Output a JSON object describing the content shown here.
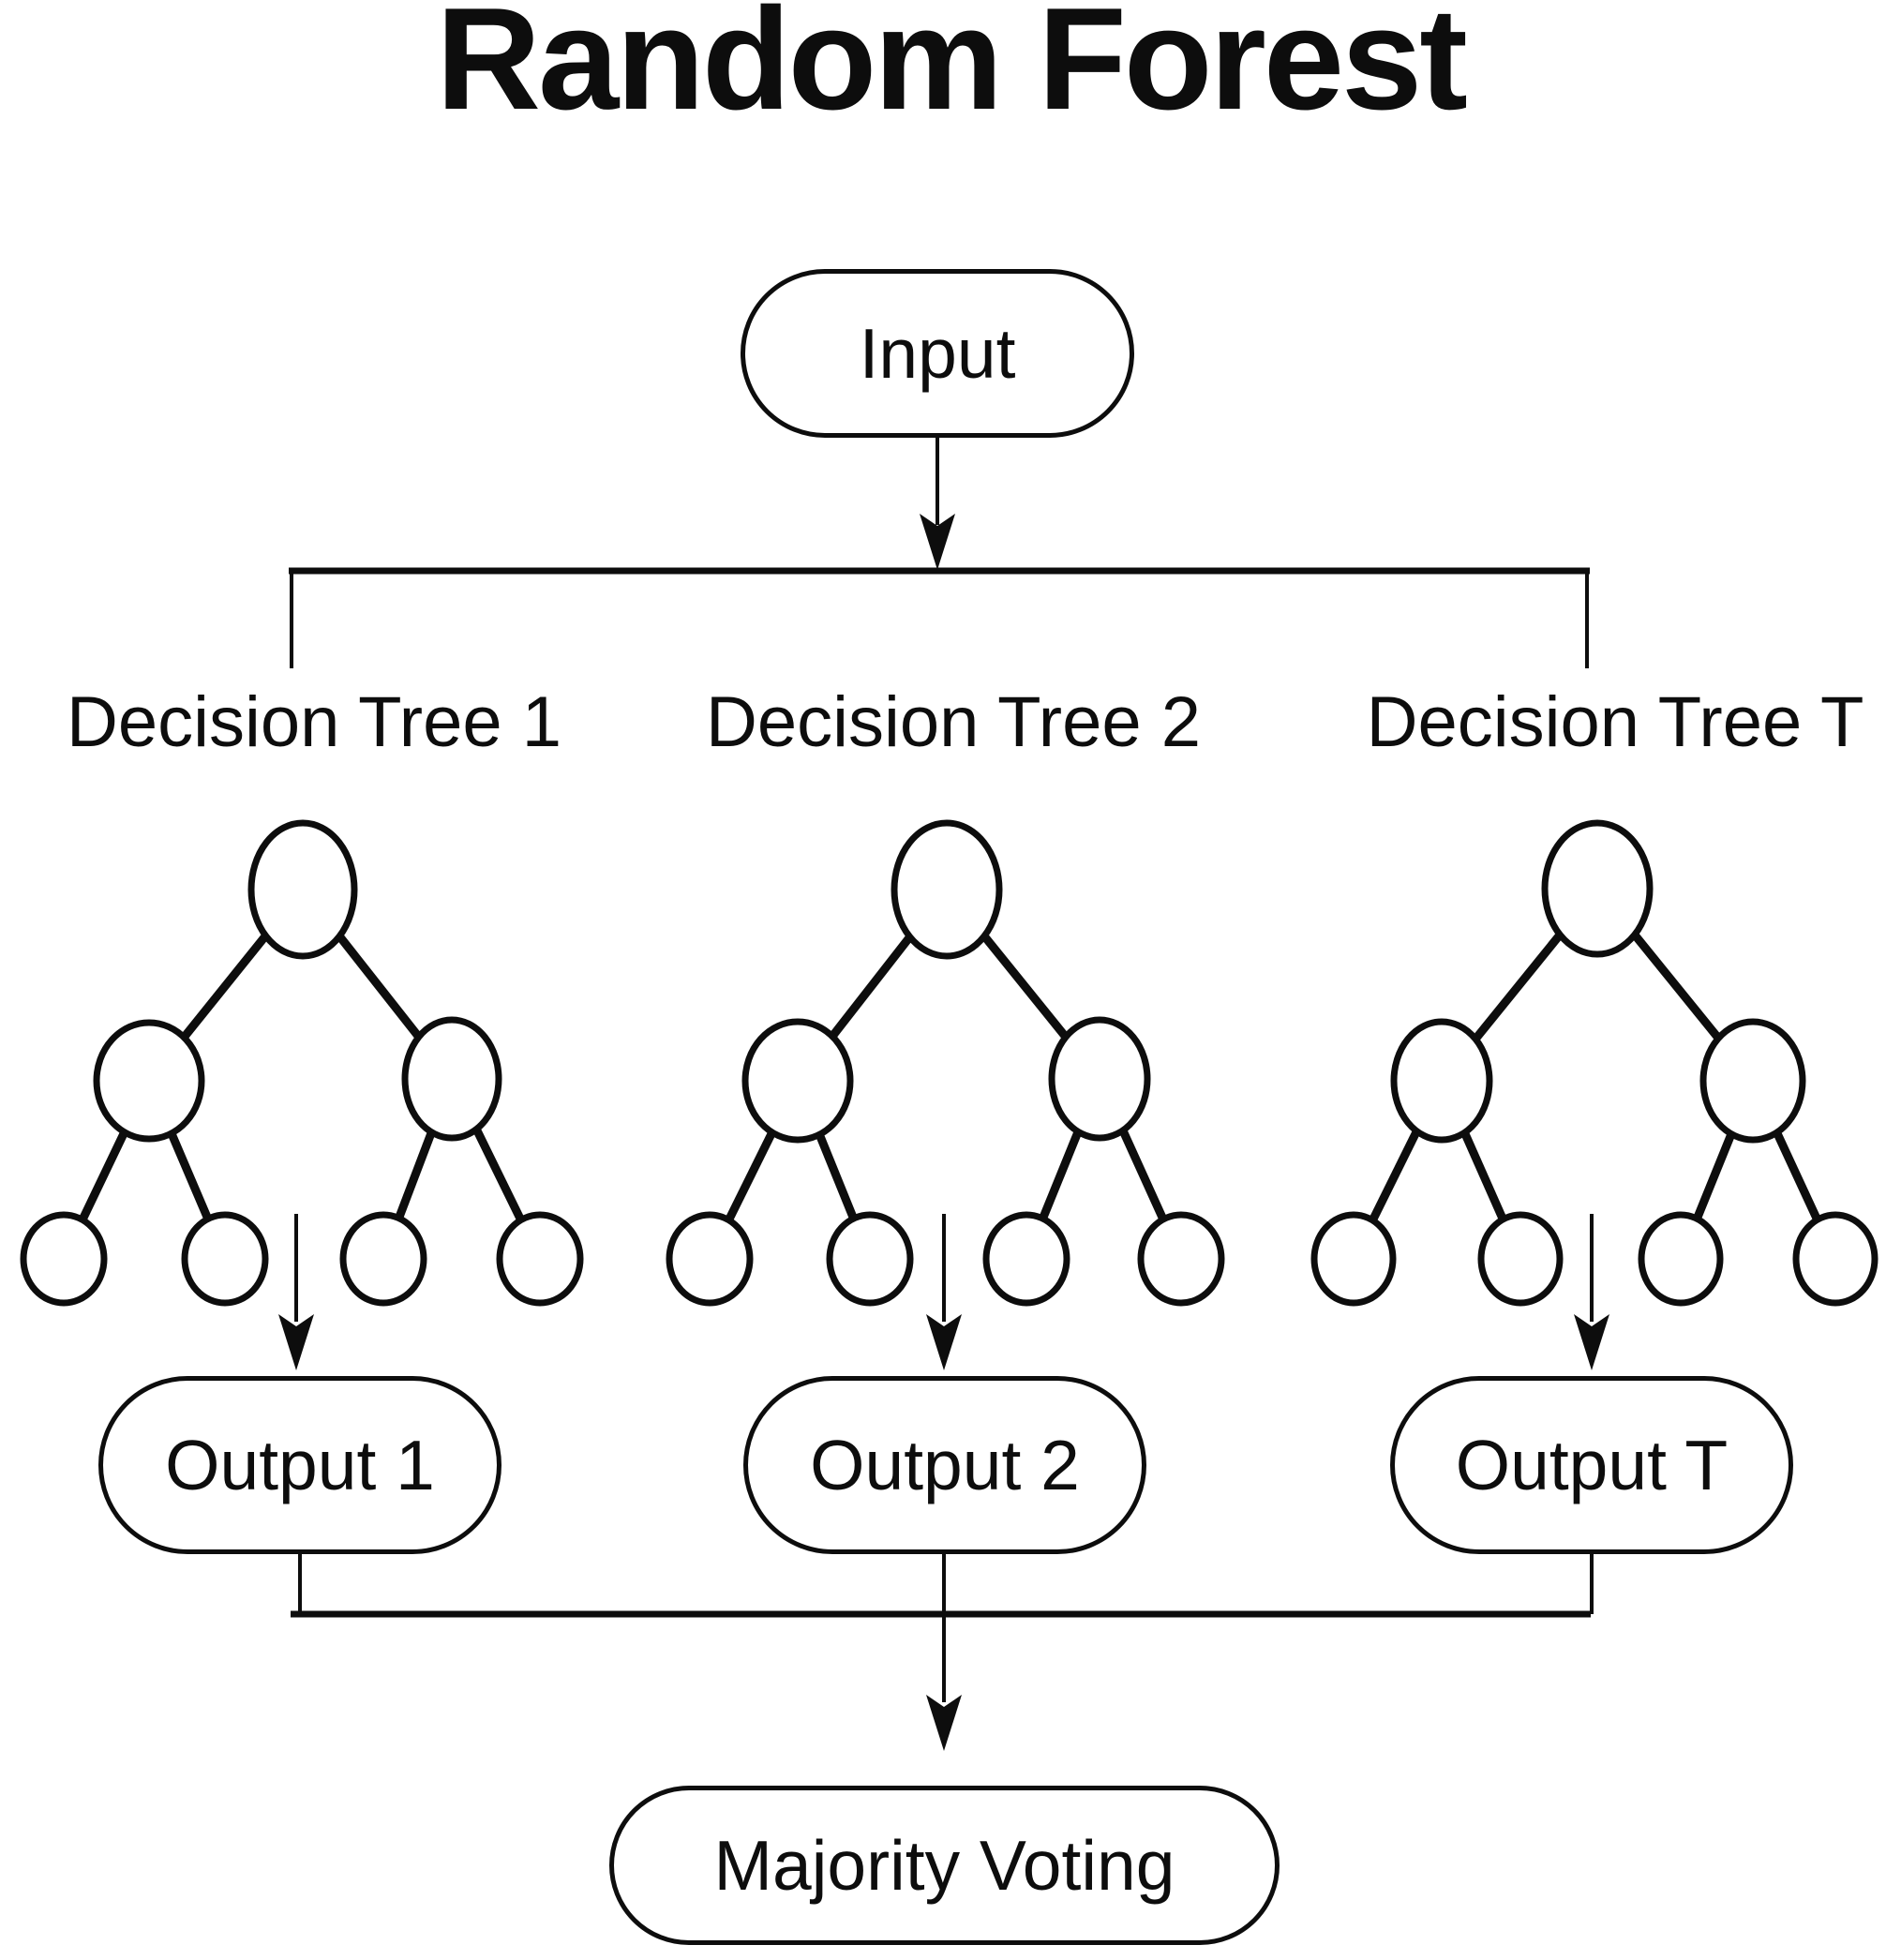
{
  "title": "Random Forest",
  "colors": {
    "ink": "#0d0d0d",
    "background": "#ffffff"
  },
  "nodes": {
    "input": "Input",
    "majority": "Majority Voting"
  },
  "trees": [
    {
      "label": "Decision Tree 1",
      "output": "Output 1"
    },
    {
      "label": "Decision Tree 2",
      "output": "Output 2"
    },
    {
      "label": "Decision Tree T",
      "output": "Output T"
    }
  ]
}
